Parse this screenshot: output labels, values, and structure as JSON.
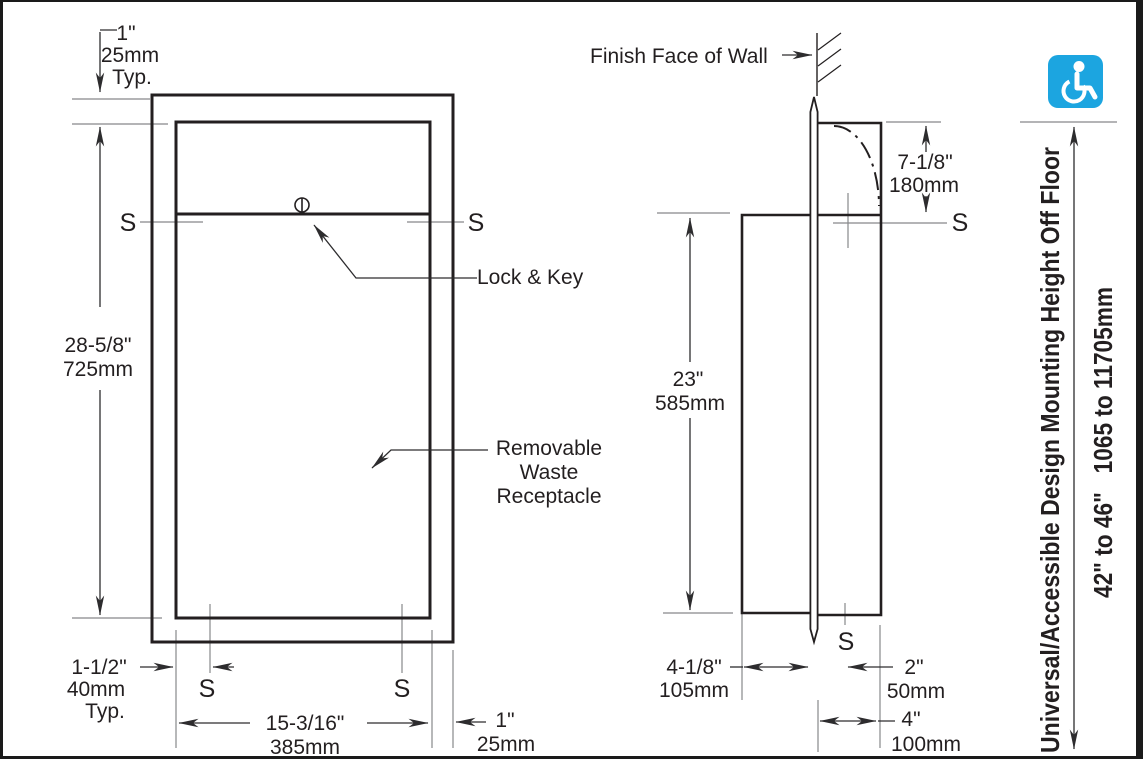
{
  "colors": {
    "red": "#ee3b26",
    "blue": "#1ca5e0",
    "line_black": "#231f20",
    "extension_gray": "#87888a"
  },
  "front_view": {
    "dim_top_offset": {
      "imperial": "1\"",
      "metric": "25mm",
      "note": "Typ."
    },
    "dim_height": {
      "imperial": "28-5/8\"",
      "metric": "725mm"
    },
    "section_left": "S",
    "section_right": "S",
    "section_bottom_left": "S",
    "section_bottom_right": "S",
    "lock_label": "Lock & Key",
    "receptacle_label_lines": [
      "Removable",
      "Waste",
      "Receptacle"
    ],
    "dim_side_margin": {
      "imperial": "1-1/2\"",
      "metric": "40mm",
      "note": "Typ."
    },
    "dim_width": {
      "imperial": "15-3/16\"",
      "metric": "385mm"
    },
    "dim_right_offset": {
      "imperial": "1\"",
      "metric": "25mm"
    }
  },
  "side_view": {
    "wall_label": "Finish Face of Wall",
    "dim_door_height": {
      "imperial": "7-1/8\"",
      "metric": "180mm"
    },
    "section_top": "S",
    "section_bottom": "S",
    "dim_recess_height": {
      "imperial": "23\"",
      "metric": "585mm"
    },
    "dim_recess_depth": {
      "imperial": "4-1/8\"",
      "metric": "105mm"
    },
    "dim_stud_offset": {
      "imperial": "2\"",
      "metric": "50mm"
    },
    "dim_projection": {
      "imperial": "4\"",
      "metric": "100mm"
    }
  },
  "mounting_note": {
    "icon": "accessibility-wheelchair-icon",
    "label": "Universal/Accessible Design Mounting Height Off Floor",
    "range": "42\" to 46\"   1065 to 11705mm"
  }
}
